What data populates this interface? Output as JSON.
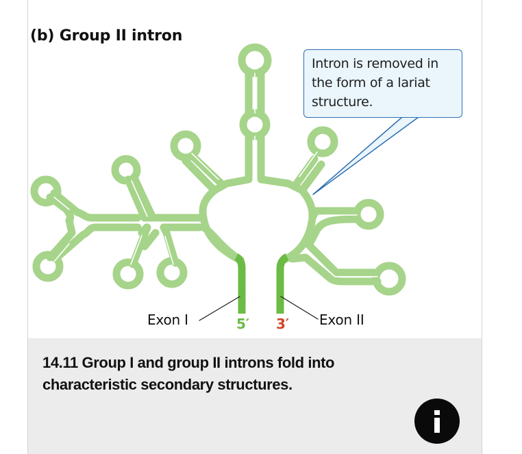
{
  "figure": {
    "title": "(b) Group II intron",
    "callout": {
      "text": "Intron is removed in the form of a lariat structure.",
      "lines": [
        "Intron is removed in",
        "the form of a lariat",
        "structure."
      ]
    },
    "labels": {
      "exon_1": "Exon I",
      "exon_2": "Exon II",
      "five_prime": "5′",
      "three_prime": "3′"
    },
    "colors": {
      "intron_stroke": "#a6d48a",
      "exon_stroke": "#6cbb45",
      "five_prime": "#6cbb45",
      "three_prime": "#d2452a",
      "callout_border": "#2f6fb0",
      "callout_fill": "#eaf5fc"
    }
  },
  "caption": {
    "text": "14.11 Group I and group II introns fold into characteristic secondary structures."
  },
  "info_button": {
    "icon": "info-icon",
    "glyph": "i"
  }
}
